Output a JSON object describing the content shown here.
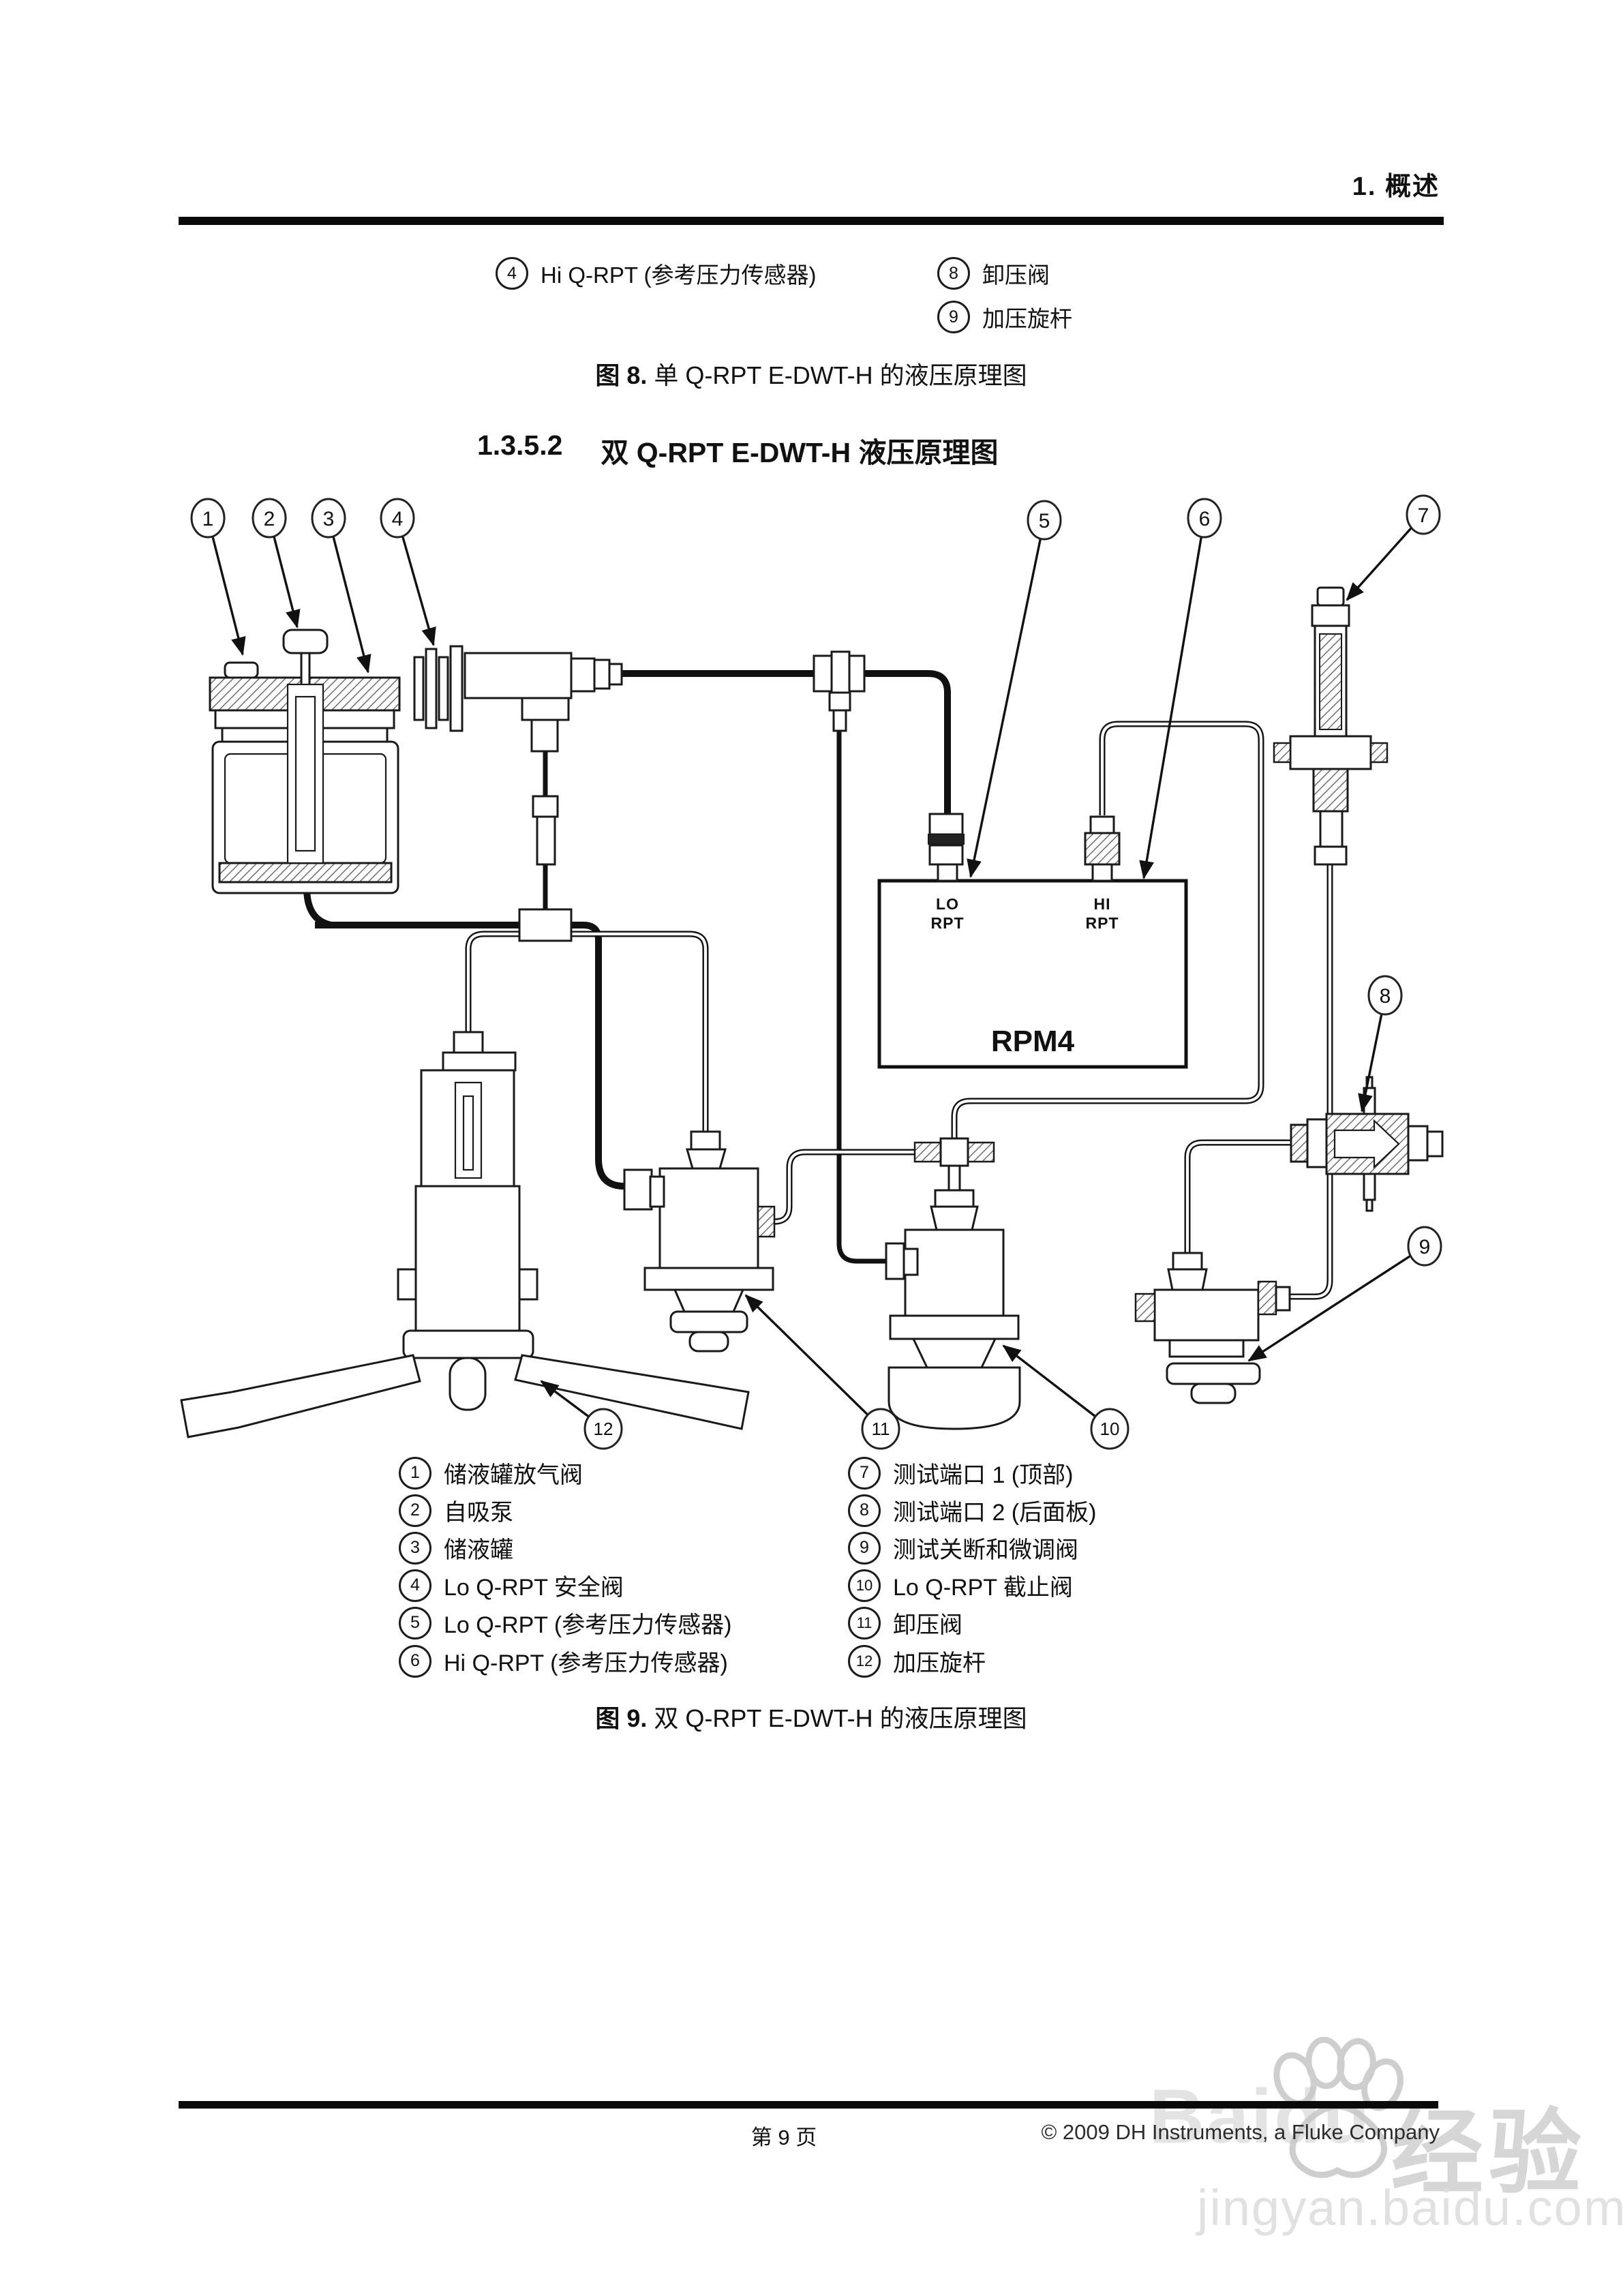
{
  "header": {
    "section_title": "1.  概述"
  },
  "fig8": {
    "legend": [
      {
        "num": "4",
        "label": "Hi Q-RPT (参考压力传感器)"
      },
      {
        "num": "8",
        "label": "卸压阀"
      },
      {
        "num": "9",
        "label": "加压旋杆"
      }
    ],
    "caption_prefix": "图 8.",
    "caption_text": " 单 Q-RPT E-DWT-H 的液压原理图"
  },
  "section": {
    "number": "1.3.5.2",
    "title": "双 Q-RPT E-DWT-H 液压原理图"
  },
  "diagram": {
    "device_label": "RPM4",
    "lo_port": [
      "LO",
      "RPT"
    ],
    "hi_port": [
      "HI",
      "RPT"
    ],
    "callouts": [
      "1",
      "2",
      "3",
      "4",
      "5",
      "6",
      "7",
      "8",
      "9",
      "10",
      "11",
      "12"
    ]
  },
  "fig9": {
    "legend_left": [
      {
        "num": "1",
        "label": "储液罐放气阀"
      },
      {
        "num": "2",
        "label": "自吸泵"
      },
      {
        "num": "3",
        "label": "储液罐"
      },
      {
        "num": "4",
        "label": "Lo Q-RPT 安全阀"
      },
      {
        "num": "5",
        "label": "Lo Q-RPT (参考压力传感器)"
      },
      {
        "num": "6",
        "label": "Hi Q-RPT (参考压力传感器)"
      }
    ],
    "legend_right": [
      {
        "num": "7",
        "label": "测试端口 1 (顶部)"
      },
      {
        "num": "8",
        "label": "测试端口 2 (后面板)"
      },
      {
        "num": "9",
        "label": "测试关断和微调阀"
      },
      {
        "num": "10",
        "label": "Lo Q-RPT 截止阀"
      },
      {
        "num": "11",
        "label": "卸压阀"
      },
      {
        "num": "12",
        "label": "加压旋杆"
      }
    ],
    "caption_prefix": "图 9.",
    "caption_text": " 双 Q-RPT E-DWT-H 的液压原理图"
  },
  "footer": {
    "page_number": "第 9 页",
    "copyright": "© 2009 DH Instruments, a Fluke Company"
  },
  "watermark": {
    "brand": "Baidu",
    "brand_cn": "经验",
    "site": "jingyan.baidu.com"
  }
}
